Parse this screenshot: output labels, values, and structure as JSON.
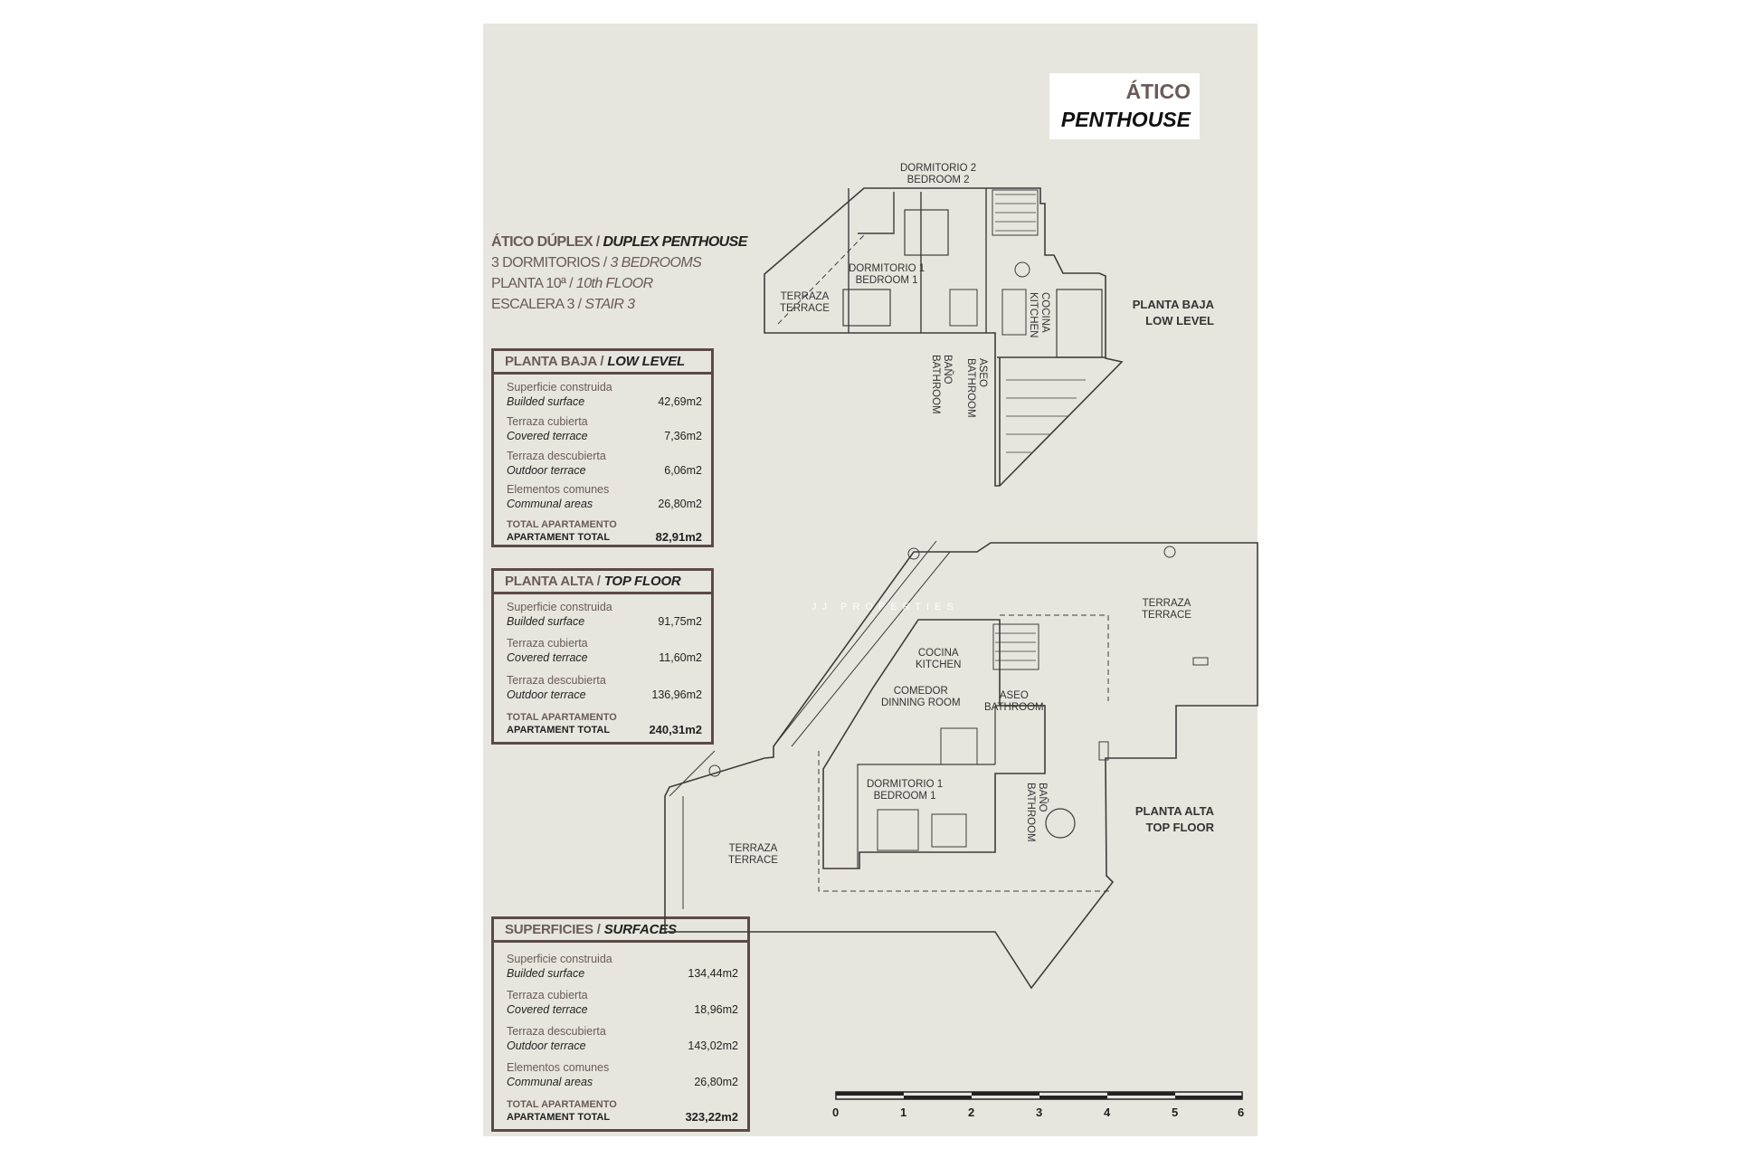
{
  "title": {
    "es": "ÁTICO",
    "en": "PENTHOUSE"
  },
  "info": {
    "line1_es": "ÁTICO DÚPLEX /",
    "line1_en": "DUPLEX PENTHOUSE",
    "line2_es": "3 DORMITORIOS /",
    "line2_en": "3 BEDROOMS",
    "line3_es": "PLANTA 10ª /",
    "line3_en": "10th FLOOR",
    "line4_es": "ESCALERA 3 /",
    "line4_en": "STAIR 3"
  },
  "low_box": {
    "header_es": "PLANTA BAJA /",
    "header_en": "LOW LEVEL",
    "items": [
      {
        "es": "Superficie construida",
        "en": "Builded surface",
        "value": "42,69m2"
      },
      {
        "es": "Terraza cubierta",
        "en": "Covered terrace",
        "value": "7,36m2"
      },
      {
        "es": "Terraza descubierta",
        "en": "Outdoor terrace",
        "value": "6,06m2"
      },
      {
        "es": "Elementos comunes",
        "en": "Communal areas",
        "value": "26,80m2"
      }
    ],
    "total_es": "TOTAL APARTAMENTO",
    "total_en": "APARTAMENT TOTAL",
    "total_value": "82,91m2"
  },
  "top_box": {
    "header_es": "PLANTA ALTA /",
    "header_en": "TOP FLOOR",
    "items": [
      {
        "es": "Superficie construida",
        "en": "Builded surface",
        "value": "91,75m2"
      },
      {
        "es": "Terraza cubierta",
        "en": "Covered terrace",
        "value": "11,60m2"
      },
      {
        "es": "Terraza descubierta",
        "en": "Outdoor terrace",
        "value": "136,96m2"
      }
    ],
    "total_es": "TOTAL APARTAMENTO",
    "total_en": "APARTAMENT TOTAL",
    "total_value": "240,31m2"
  },
  "surf_box": {
    "header_es": "SUPERFICIES /",
    "header_en": "SURFACES",
    "items": [
      {
        "es": "Superficie construida",
        "en": "Builded surface",
        "value": "134,44m2"
      },
      {
        "es": "Terraza cubierta",
        "en": "Covered terrace",
        "value": "18,96m2"
      },
      {
        "es": "Terraza descubierta",
        "en": "Outdoor terrace",
        "value": "143,02m2"
      },
      {
        "es": "Elementos comunes",
        "en": "Communal areas",
        "value": "26,80m2"
      }
    ],
    "total_es": "TOTAL APARTAMENTO",
    "total_en": "APARTAMENT TOTAL",
    "total_value": "323,22m2"
  },
  "low_plan": {
    "label_es": "PLANTA BAJA",
    "label_en": "LOW LEVEL",
    "rooms": {
      "dorm2_es": "DORMITORIO 2",
      "dorm2_en": "BEDROOM 2",
      "dorm1_es": "DORMITORIO 1",
      "dorm1_en": "BEDROOM 1",
      "terr_es": "TERRAZA",
      "terr_en": "TERRACE",
      "cocina_es": "COCINA",
      "cocina_en": "KITCHEN",
      "bano_es": "BAÑO",
      "bano_en": "BATHROOM",
      "aseo_es": "ASEO",
      "aseo_en": "BATHROOM"
    }
  },
  "top_plan": {
    "label_es": "PLANTA ALTA",
    "label_en": "TOP FLOOR",
    "rooms": {
      "terr1_es": "TERRAZA",
      "terr1_en": "TERRACE",
      "terr2_es": "TERRAZA",
      "terr2_en": "TERRACE",
      "cocina_es": "COCINA",
      "cocina_en": "KITCHEN",
      "comedor_es": "COMEDOR",
      "comedor_en": "DINNING ROOM",
      "aseo_es": "ASEO",
      "aseo_en": "BATHROOM",
      "dorm1_es": "DORMITORIO 1",
      "dorm1_en": "BEDROOM 1",
      "bano_es": "BAÑO",
      "bano_en": "BATHROOM"
    }
  },
  "watermark": "JJ PROPERTIES",
  "scale_labels": [
    "0",
    "1",
    "2",
    "3",
    "4",
    "5",
    "6"
  ]
}
